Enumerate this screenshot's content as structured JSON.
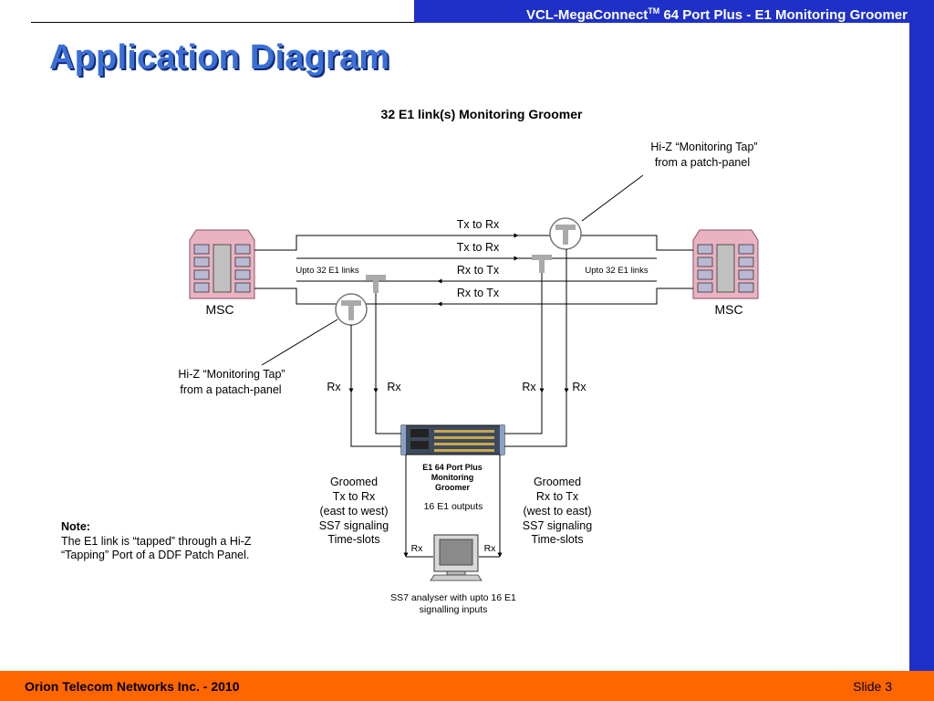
{
  "header": {
    "product": "VCL-MegaConnect",
    "trademark": "TM",
    "subtitle": "64 Port Plus - E1 Monitoring Groomer"
  },
  "slide_title": "Application Diagram",
  "diagram": {
    "title": "32 E1 link(s) Monitoring Groomer",
    "tap_top": "Hi-Z “Monitoring Tap”",
    "tap_top_2": "from a patch-panel",
    "tap_left": "Hi-Z “Monitoring Tap”",
    "tap_left_2": "from a patach-panel",
    "link_labels": [
      "Tx to Rx",
      "Tx to Rx",
      "Rx to Tx",
      "Rx to Tx"
    ],
    "upto_left": "Upto 32 E1 links",
    "upto_right": "Upto 32 E1 links",
    "msc_left": "MSC",
    "msc_right": "MSC",
    "rx_labels": [
      "Rx",
      "Rx",
      "Rx",
      "Rx"
    ],
    "groomer_label": [
      "E1 64 Port Plus",
      "Monitoring",
      "Groomer"
    ],
    "outputs_label": "16 E1 outputs",
    "groomed_left": [
      "Groomed",
      "Tx to Rx",
      "(east to west)",
      "SS7 signaling",
      "Time-slots"
    ],
    "groomed_right": [
      "Groomed",
      "Rx to Tx",
      "(west to east)",
      "SS7 signaling",
      "Time-slots"
    ],
    "analyser_rx_left": "Rx",
    "analyser_rx_right": "Rx",
    "analyser_label": [
      "SS7 analyser with upto 16 E1",
      "signalling inputs"
    ]
  },
  "note": {
    "heading": "Note:",
    "line1": "The E1 link is “tapped” through a Hi-Z",
    "line2": "“Tapping” Port of a DDF Patch Panel."
  },
  "footer": {
    "company": "Orion Telecom Networks Inc. - 2010",
    "slide_word": "Slide",
    "slide_number": "3"
  }
}
